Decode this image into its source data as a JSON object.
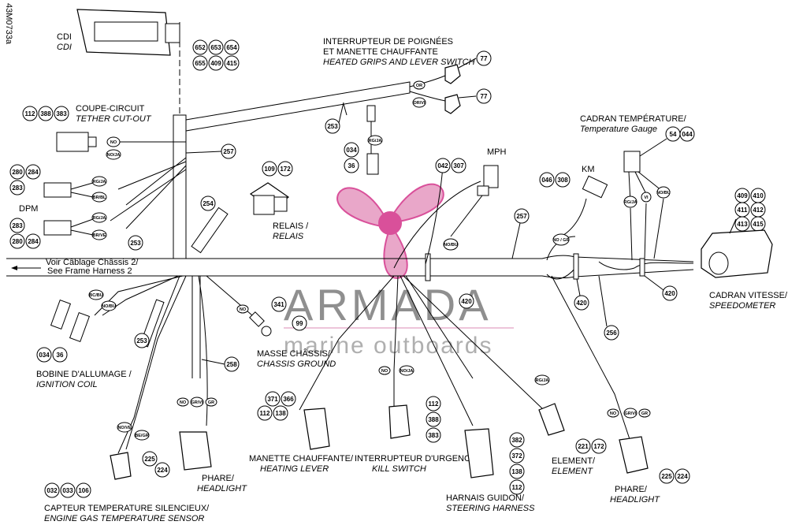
{
  "figure_id": "43M0733a",
  "watermark": {
    "brand": "ARMADA",
    "tagline": "marine outboards",
    "color": "#d9509a"
  },
  "frame_note": {
    "fr": "Voir Câblage Châssis 2/",
    "en": "See Frame Harness 2"
  },
  "components": {
    "cdi": {
      "fr": "CDI",
      "en": "CDI",
      "refs": [
        "652",
        "653",
        "654",
        "655",
        "409",
        "415"
      ]
    },
    "heated_grips": {
      "fr1": "INTERRUPTEUR DE POIGNÉES",
      "fr2": "ET MANETTE CHAUFFANTE",
      "en": "HEATED GRIPS AND LEVER SWITCH",
      "refs": [
        "77",
        "77"
      ],
      "wires": [
        "OR",
        "OR/VI"
      ]
    },
    "tether": {
      "fr": "COUPE-CIRCUIT",
      "en": "TETHER CUT-OUT",
      "refs": [
        "112",
        "388",
        "383"
      ],
      "wires": [
        "NO",
        "NO/JA"
      ]
    },
    "dpm": {
      "label": "DPM",
      "refs_top": [
        "280",
        "284",
        "283"
      ],
      "refs_bottom": [
        "283",
        "280",
        "284"
      ],
      "wires": [
        "RG/JA",
        "BR/BL",
        "RG/JA",
        "BR/VE"
      ]
    },
    "relay": {
      "fr": "RELAIS /",
      "en": "RELAIS",
      "refs": [
        "109",
        "172"
      ]
    },
    "mph": {
      "label": "MPH",
      "refs": [
        "042",
        "307"
      ],
      "wire": "NO/BU"
    },
    "km": {
      "label": "KM",
      "refs": [
        "046",
        "308"
      ],
      "wire": "NO / GR"
    },
    "temp_gauge": {
      "fr": "CADRAN TEMPÉRATURE/",
      "en": "Temperature Gauge",
      "refs": [
        "54",
        "044"
      ],
      "wires": [
        "RG/JA",
        "VI",
        "NO/BU"
      ]
    },
    "speedometer": {
      "fr": "CADRAN VITESSE/",
      "en": "SPEEDOMETER",
      "refs": [
        "409",
        "410",
        "411",
        "412",
        "413",
        "415"
      ]
    },
    "ignition_coil": {
      "fr": "BOBINE D'ALLUMAGE /",
      "en": "IGNITION COIL",
      "refs": [
        "034",
        "36"
      ],
      "wires": [
        "BC/BU",
        "NO/BU"
      ]
    },
    "chassis_ground": {
      "fr": "MASSE CHÂSSIS/",
      "en": "CHASSIS GROUND",
      "refs": [
        "341",
        "99"
      ],
      "wire": "NO"
    },
    "heating_lever": {
      "fr": "MANETTE CHAUFFANTE/",
      "en": "HEATING LEVER",
      "refs": [
        "371",
        "366",
        "112",
        "138"
      ]
    },
    "kill_switch": {
      "fr": "INTERRUPTEUR D'URGENCE/",
      "en": "KILL SWITCH",
      "refs": [
        "112",
        "388",
        "383"
      ],
      "wires": [
        "NO",
        "NO/JA"
      ]
    },
    "steering_harness": {
      "fr": "HARNAIS GUIDON/",
      "en": "STEERING HARNESS",
      "refs": [
        "382",
        "372",
        "138",
        "112"
      ]
    },
    "element": {
      "fr": "ELEMENT/",
      "en": "ELEMENT",
      "refs": [
        "221",
        "172"
      ],
      "wire": "RG/JA"
    },
    "headlight_left": {
      "fr": "PHARE/",
      "en": "HEADLIGHT",
      "refs": [
        "225",
        "224"
      ],
      "wires": [
        "NO",
        "GR/VI",
        "GR"
      ]
    },
    "headlight_right": {
      "fr": "PHARE/",
      "en": "HEADLIGHT",
      "refs": [
        "225",
        "224"
      ],
      "wires": [
        "NO",
        "GR/VI",
        "GR"
      ]
    },
    "temp_sensor": {
      "fr": "CAPTEUR TEMPERATURE SILENCIEUX/",
      "en": "ENGINE GAS TEMPERATURE SENSOR",
      "refs": [
        "032",
        "033",
        "106"
      ],
      "wires": [
        "NO/VE",
        "BE/GR"
      ]
    },
    "handle_switch_connector": {
      "ref": "34",
      "refs_side": [
        "034",
        "36"
      ],
      "wire": "RG/JA"
    }
  },
  "harness_refs": {
    "r257a": "257",
    "r257b": "257",
    "r253a": "253",
    "r253b": "253",
    "r253c": "253",
    "r254": "254",
    "r256": "256",
    "r258": "258",
    "r420a": "420",
    "r420b": "420",
    "r420c": "420"
  }
}
